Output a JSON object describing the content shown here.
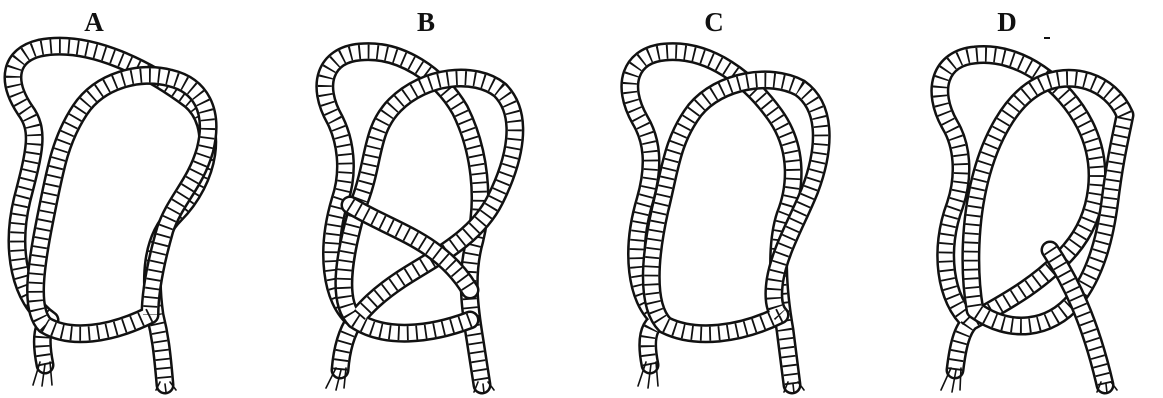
{
  "panels": [
    {
      "label": "A"
    },
    {
      "label": "B"
    },
    {
      "label": "C"
    },
    {
      "label": "D"
    }
  ],
  "rope": {
    "outline_color": "#111111",
    "fill_color": "#ffffff"
  }
}
